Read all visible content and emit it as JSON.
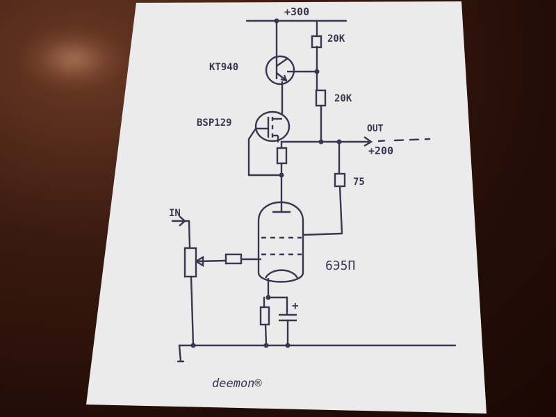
{
  "diagram": {
    "labels": {
      "supply_top": "+300",
      "transistor": "KT940",
      "mosfet": "BSP129",
      "resistor_top": "20K",
      "resistor_mid": "20K",
      "resistor_bottom": "75",
      "output": "OUT",
      "supply_out": "+200",
      "input": "IN",
      "tube": "6Э5П",
      "cap_polarity": "+",
      "signature": "deemon®"
    },
    "colors": {
      "paper": "#ecebec",
      "ink": "#3b3550"
    }
  }
}
